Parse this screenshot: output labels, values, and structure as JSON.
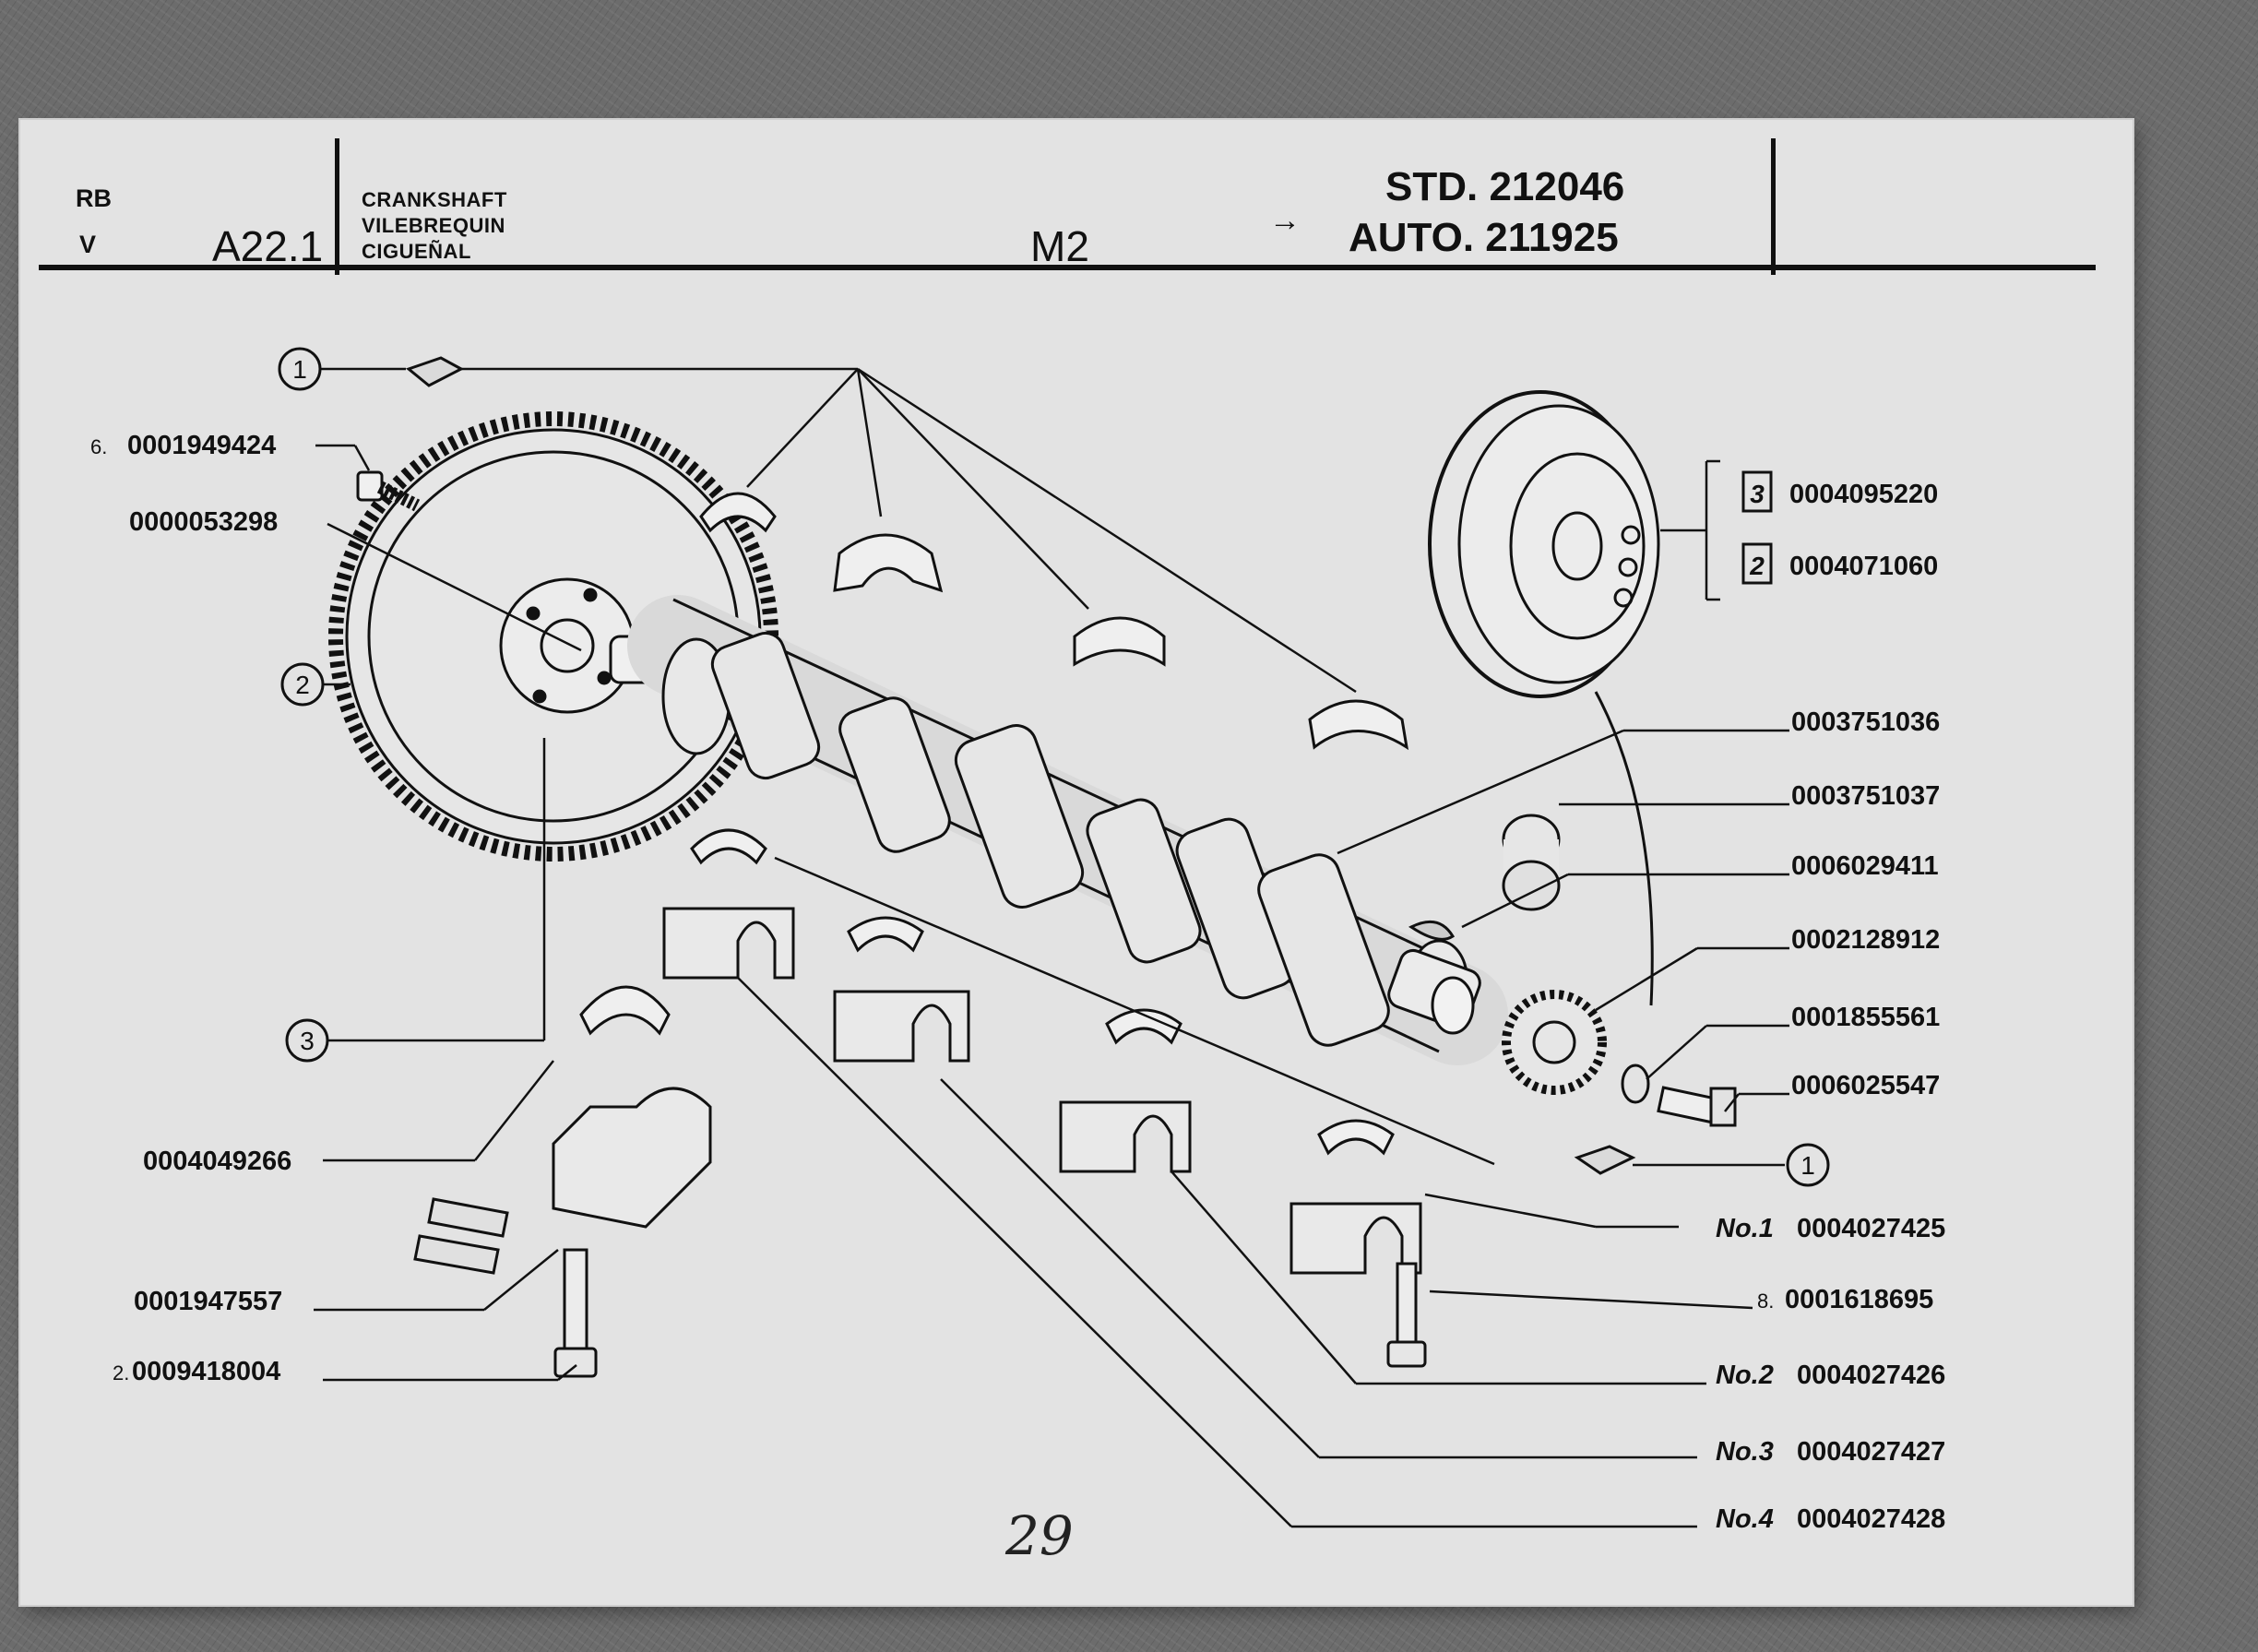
{
  "header": {
    "code_line1": "RB",
    "code_line2": "V",
    "section": "A22.1",
    "title_en": "CRANKSHAFT",
    "title_fr": "VILEBREQUIN",
    "title_es": "CIGUEÑAL",
    "model": "M2",
    "arrow": "→",
    "std": "STD. 212046",
    "auto": "AUTO. 211925"
  },
  "callouts": {
    "c1a": "1",
    "c1b": "1",
    "c2": "2",
    "c3": "3"
  },
  "left_labels": {
    "bolt_prefix": "6.",
    "bolt": "0001949424",
    "bushing": "0000053298",
    "thrust": "0004049266",
    "dowel": "0001947557",
    "cap_bolt_prefix": "2.",
    "cap_bolt": "0009418004"
  },
  "pulley": {
    "v3_mark": "3",
    "v3": "0004095220",
    "v2_mark": "2",
    "v2": "0004071060"
  },
  "right_labels": {
    "crankshaft": "0003751036",
    "plug": "0003751037",
    "key": "0006029411",
    "gear": "0002128912",
    "washer": "0001855561",
    "pulley_bolt": "0006025547",
    "cap1_no": "No.1",
    "cap1": "0004027425",
    "bolt8_prefix": "8.",
    "bolt8": "0001618695",
    "cap2_no": "No.2",
    "cap2": "0004027426",
    "cap3_no": "No.3",
    "cap3": "0004027427",
    "cap4_no": "No.4",
    "cap4": "0004027428"
  },
  "page_number": "29"
}
